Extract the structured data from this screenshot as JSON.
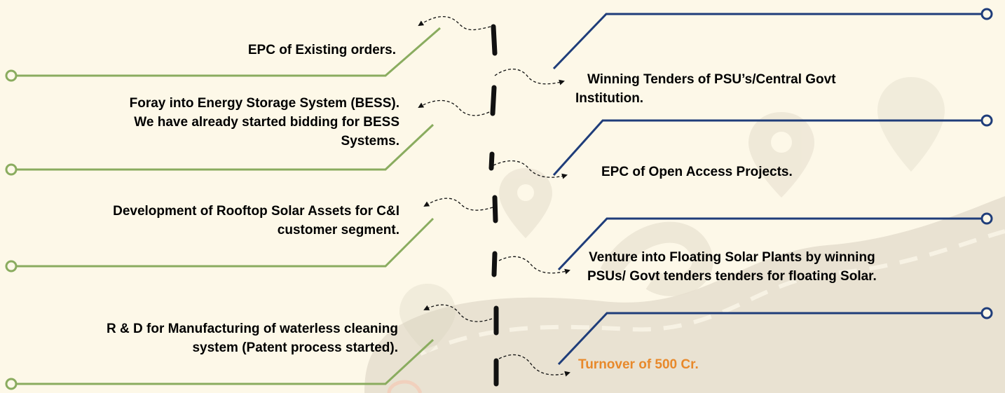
{
  "left_goals": [
    {
      "lines": [
        "EPC of Existing orders."
      ]
    },
    {
      "lines": [
        "Foray into Energy Storage System (BESS).",
        "We have already started bidding for BESS",
        "Systems."
      ]
    },
    {
      "lines": [
        "Development of Rooftop Solar Assets for C&I",
        "customer segment."
      ]
    },
    {
      "lines": [
        "R & D for Manufacturing of waterless cleaning",
        "system (Patent process started)."
      ]
    }
  ],
  "right_goals": [
    {
      "lines": [
        "Winning Tenders of PSU’s/Central Govt",
        "Institution."
      ]
    },
    {
      "lines": [
        "EPC of Open Access Projects."
      ]
    },
    {
      "lines": [
        "Venture into Floating Solar Plants by winning",
        "PSUs/ Govt tenders tenders for floating Solar."
      ]
    },
    {
      "lines": [
        "Turnover of 500 Cr."
      ],
      "highlight": true
    }
  ],
  "colors": {
    "background": "#fdf8e8",
    "left_connector": "#8aac5f",
    "right_connector": "#1f3d7a",
    "center_dashes": "#111111",
    "highlight_text": "#e8892b",
    "road_background": "#dcd5c5",
    "pin_background": "#e8dfcc"
  },
  "icons": {
    "background": "road-with-location-pins",
    "connector_arrows": "curved-dashed-arrow",
    "line_ends": "hollow-circle"
  }
}
